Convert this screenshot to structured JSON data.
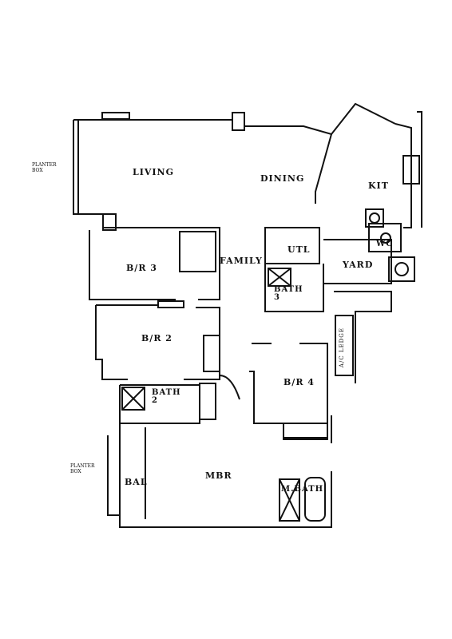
{
  "rooms": {
    "living": "LIVING",
    "dining": "DINING",
    "kit": "KIT",
    "family": "FAMILY",
    "utl": "UTL",
    "yard": "YARD",
    "wc": "WC",
    "br3": "B/R 3",
    "bath3": "BATH\n3",
    "br2": "B/R 2",
    "br4": "B/R 4",
    "bath2": "BATH\n2",
    "mbr": "MBR",
    "bal": "BAL",
    "mbath": "M.BATH",
    "ac_ledge": "A/C LEDGE"
  },
  "labels": {
    "planter_box_1": "PLANTER\nBOX",
    "planter_box_2": "PLANTER\nBOX"
  },
  "colors": {
    "ink": "#111111",
    "background": "#ffffff"
  }
}
